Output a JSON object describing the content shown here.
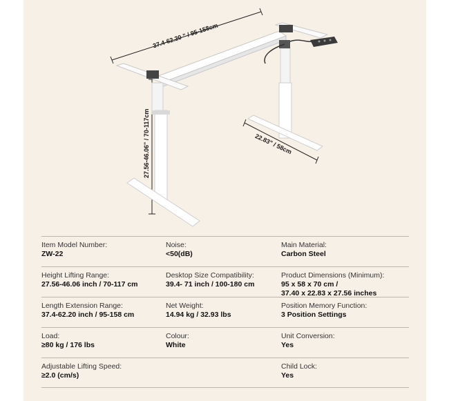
{
  "dimensions": {
    "width_label": "37.4-62.20 \" / 95-158cm",
    "height_label": "27.56-46.06\" / 70-117cm",
    "depth_label": "22.83\" / 58cm"
  },
  "specs": [
    [
      {
        "label": "Item Model Number:",
        "value": "ZW-22"
      },
      {
        "label": "Noise:",
        "value": "<50(dB)"
      },
      {
        "label": "Main Material:",
        "value": "Carbon Steel"
      }
    ],
    [
      {
        "label": "Height Lifting Range:",
        "value": "27.56-46.06 inch / 70-117 cm"
      },
      {
        "label": "Desktop Size Compatibility:",
        "value": "39.4- 71 inch / 100-180 cm"
      },
      {
        "label": "Product Dimensions (Minimum):",
        "value": "95 x 58 x 70 cm /",
        "value2": "37.40 x 22.83 x 27.56 inches"
      }
    ],
    [
      {
        "label": "Length Extension Range:",
        "value": "37.4-62.20 inch / 95-158 cm"
      },
      {
        "label": "Net Weight:",
        "value": "14.94 kg / 32.93 lbs"
      },
      {
        "label": "Position Memory Function:",
        "value": "3 Position Settings"
      }
    ],
    [
      {
        "label": "Load:",
        "value": "≥80 kg / 176 lbs"
      },
      {
        "label": "Colour:",
        "value": "White"
      },
      {
        "label": "Unit Conversion:",
        "value": "Yes"
      }
    ],
    [
      {
        "label": "Adjustable Lifting Speed:",
        "value": "≥2.0 (cm/s)"
      },
      {
        "label": "",
        "value": ""
      },
      {
        "label": "Child Lock:",
        "value": "Yes"
      }
    ]
  ]
}
